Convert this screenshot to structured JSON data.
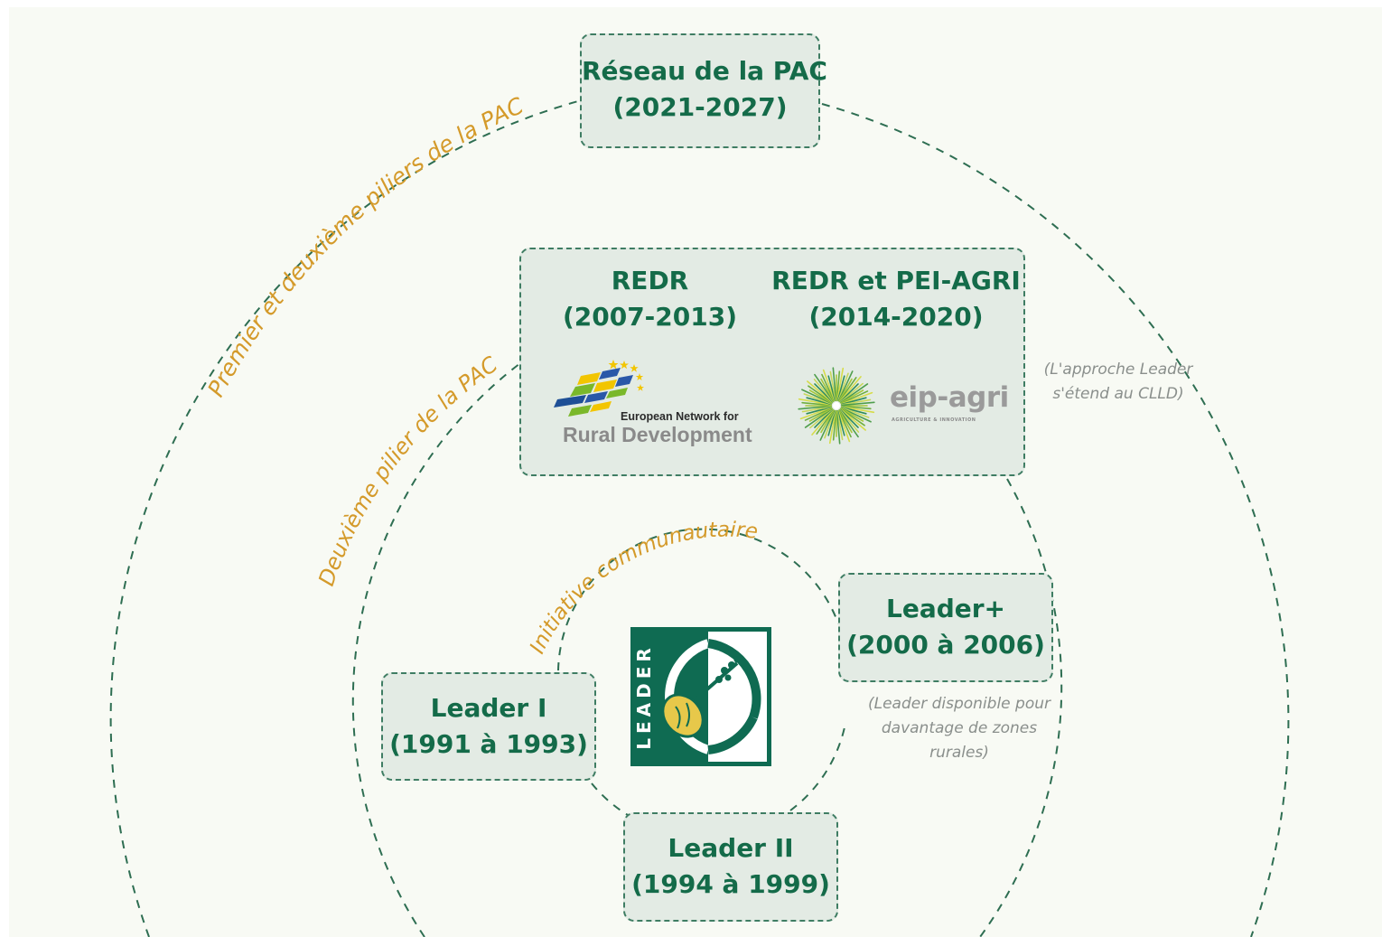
{
  "colors": {
    "box_fill": "#e3ebe4",
    "box_border": "#3f7d63",
    "box_text": "#146b49",
    "ring_stroke": "#2e6e52",
    "ring_label": "#d49a2a",
    "note_text": "#8a8f8c",
    "leader_green": "#0f6b52",
    "leader_yellow": "#e7c84a"
  },
  "rings": {
    "outer_label": "Premier et deuxième piliers de la PAC",
    "middle_label": "Deuxième pilier de la PAC",
    "inner_label": "Initiative communautaire"
  },
  "boxes": {
    "reseau": {
      "title": "Réseau de la PAC",
      "period": "(2021-2027)"
    },
    "redr": {
      "title": "REDR",
      "period": "(2007-2013)"
    },
    "redr_pei": {
      "title": "REDR et PEI-AGRI",
      "period": "(2014-2020)"
    },
    "leader_plus": {
      "title": "Leader+",
      "period": "(2000 à 2006)"
    },
    "leader_1": {
      "title": "Leader I",
      "period": "(1991 à 1993)"
    },
    "leader_2": {
      "title": "Leader II",
      "period": "(1994 à 1999)"
    }
  },
  "notes": {
    "clld": [
      "(L'approche Leader",
      "s'étend au CLLD)"
    ],
    "leader_plus": [
      "(Leader disponible pour",
      "davantage de zones",
      "rurales)"
    ]
  },
  "logos": {
    "enrd": {
      "line1": "European Network for",
      "line2": "Rural Development",
      "icon": "enrd-flag-icon"
    },
    "eip": {
      "word": "eip-agri",
      "tagline": "AGRICULTURE & INNOVATION",
      "icon": "eip-starburst-icon"
    },
    "leader": {
      "word": "LEADER",
      "icon": "leader-logo-icon"
    }
  }
}
